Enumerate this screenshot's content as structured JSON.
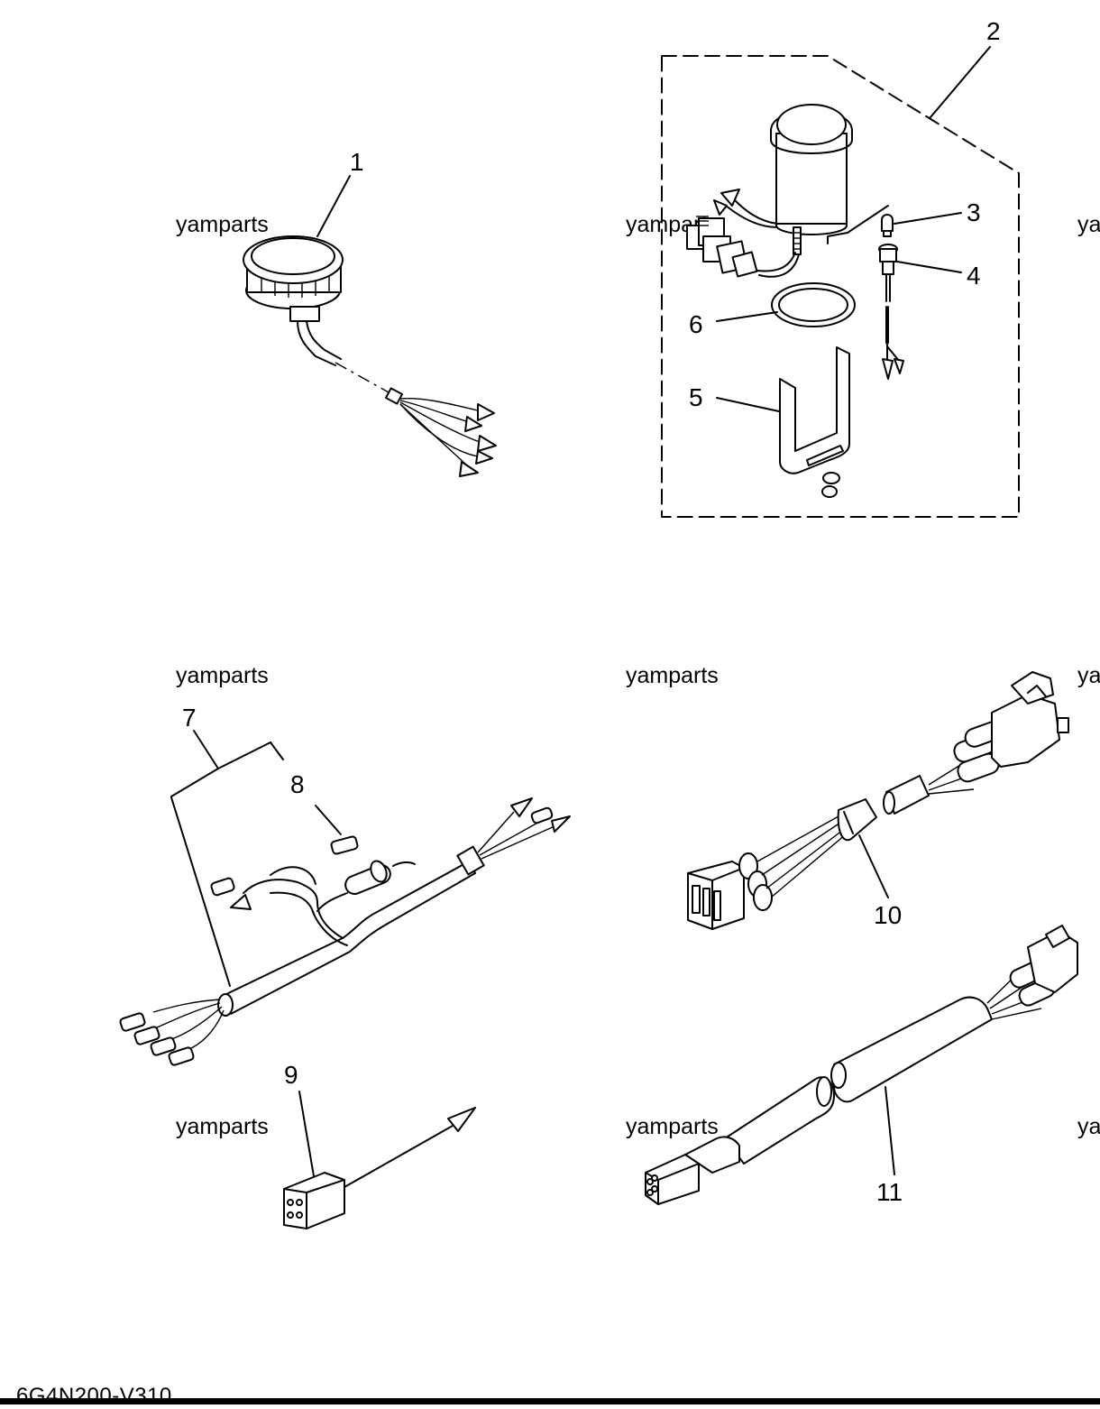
{
  "watermark": "yamparts",
  "watermark_cut": "ya",
  "callouts": {
    "c1": "1",
    "c2": "2",
    "c3": "3",
    "c4": "4",
    "c5": "5",
    "c6": "6",
    "c7": "7",
    "c8": "8",
    "c9": "9",
    "c10": "10",
    "c11": "11"
  },
  "footer_code": "6G4N200-V310"
}
